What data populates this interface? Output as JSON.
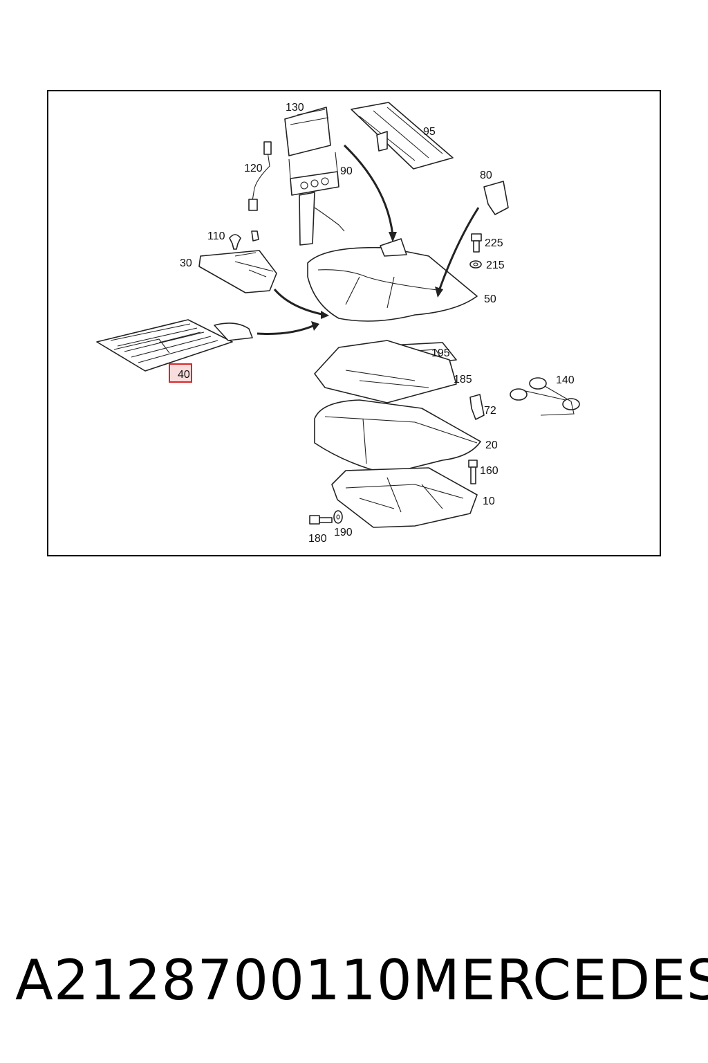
{
  "diagram": {
    "highlighted_part": "40",
    "part_labels": {
      "p130": "130",
      "p95": "95",
      "p120": "120",
      "p90": "90",
      "p80": "80",
      "p110": "110",
      "p225": "225",
      "p30": "30",
      "p215": "215",
      "p50": "50",
      "p40": "40",
      "p195": "195",
      "p185": "185",
      "p140": "140",
      "p72": "72",
      "p20": "20",
      "p160": "160",
      "p10": "10",
      "p180": "180",
      "p190": "190"
    },
    "colors": {
      "highlight_border": "#d9262b",
      "line": "#222222"
    }
  },
  "footer": {
    "part_number": "A2128700110",
    "brand": "MERCEDES"
  }
}
